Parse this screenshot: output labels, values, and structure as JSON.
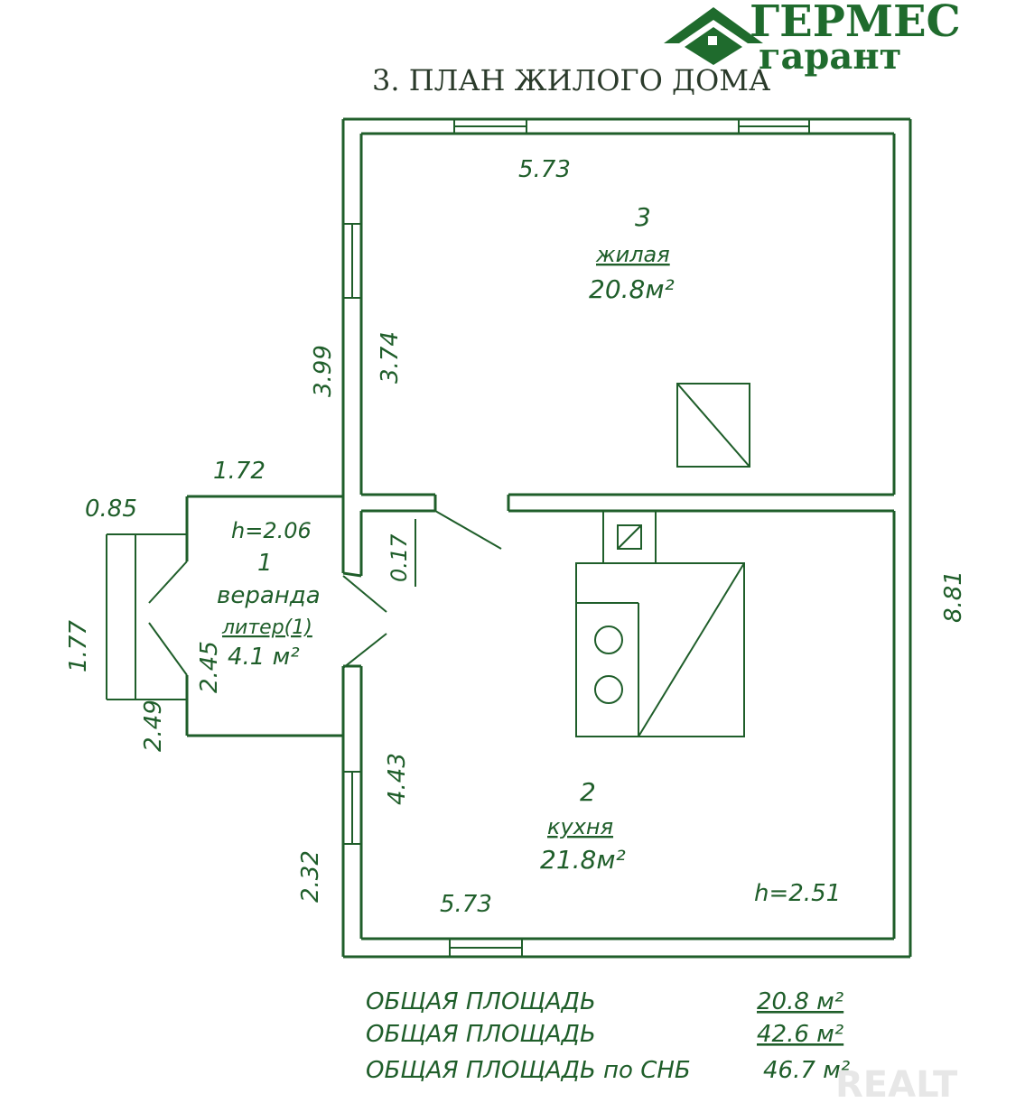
{
  "logo": {
    "line1": "ГЕРМЕС",
    "line2": "гарант",
    "color": "#1f6b2d"
  },
  "title": "3. ПЛАН ЖИЛОГО ДОМА",
  "line_color": "#1f5e2a",
  "rooms": [
    {
      "number": "3",
      "name": "жилая",
      "area": "20.8м²"
    },
    {
      "number": "2",
      "name": "кухня",
      "area": "21.8м²"
    },
    {
      "number": "1",
      "name": "веранда",
      "note": "литер(1)",
      "area": "4.1 м²",
      "height": "h=2.06"
    }
  ],
  "kitchen_height": "h=2.51",
  "dimensions": {
    "top_width": "5.73",
    "bottom_width": "5.73",
    "overall_length": "8.81",
    "living_outer": "3.99",
    "living_inner": "3.74",
    "veranda_width": "1.72",
    "veranda_depth": "0.85",
    "porch_length": "1.77",
    "veranda_inner": "2.45",
    "veranda_outer": "2.49",
    "kitchen_inner": "4.43",
    "kitchen_lower": "2.32",
    "partition": "0.17"
  },
  "totals": [
    {
      "label": "ОБЩАЯ ПЛОЩАДЬ",
      "value": "20.8 м²"
    },
    {
      "label": "ОБЩАЯ ПЛОЩАДЬ",
      "value": "42.6 м²"
    },
    {
      "label": "ОБЩАЯ ПЛОЩАДЬ по СНБ",
      "value": "46.7 м²"
    }
  ],
  "watermark": "REALT"
}
